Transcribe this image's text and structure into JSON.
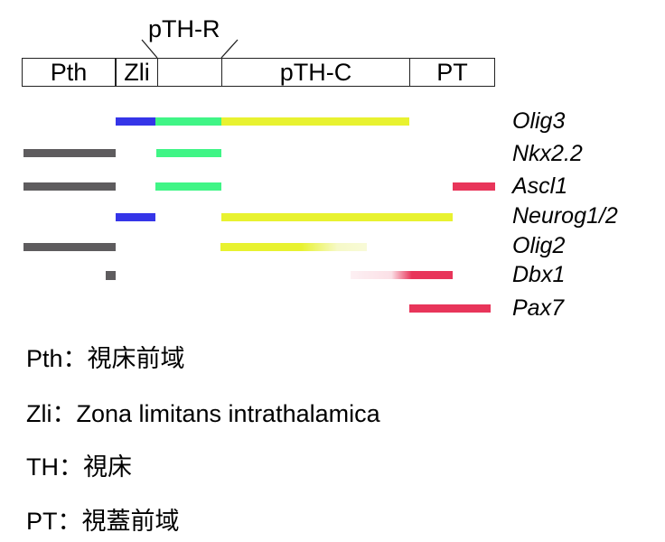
{
  "header": {
    "bracket_label": "pTH-R"
  },
  "regions": [
    "Pth",
    "Zli",
    "",
    "pTH-C",
    "PT"
  ],
  "genes": [
    "Olig3",
    "Nkx2.2",
    "Ascl1",
    "Neurog1/2",
    "Olig2",
    "Dbx1",
    "Pax7"
  ],
  "colors": {
    "gray": "#5e5c5e",
    "blue": "#3535e8",
    "green": "#40f586",
    "yellow": "#e8f230",
    "red": "#e8355a"
  },
  "legend": [
    "Pth：視床前域",
    "Zli：Zona limitans intrathalamica",
    "TH：視床",
    "PT：視蓋前域"
  ]
}
